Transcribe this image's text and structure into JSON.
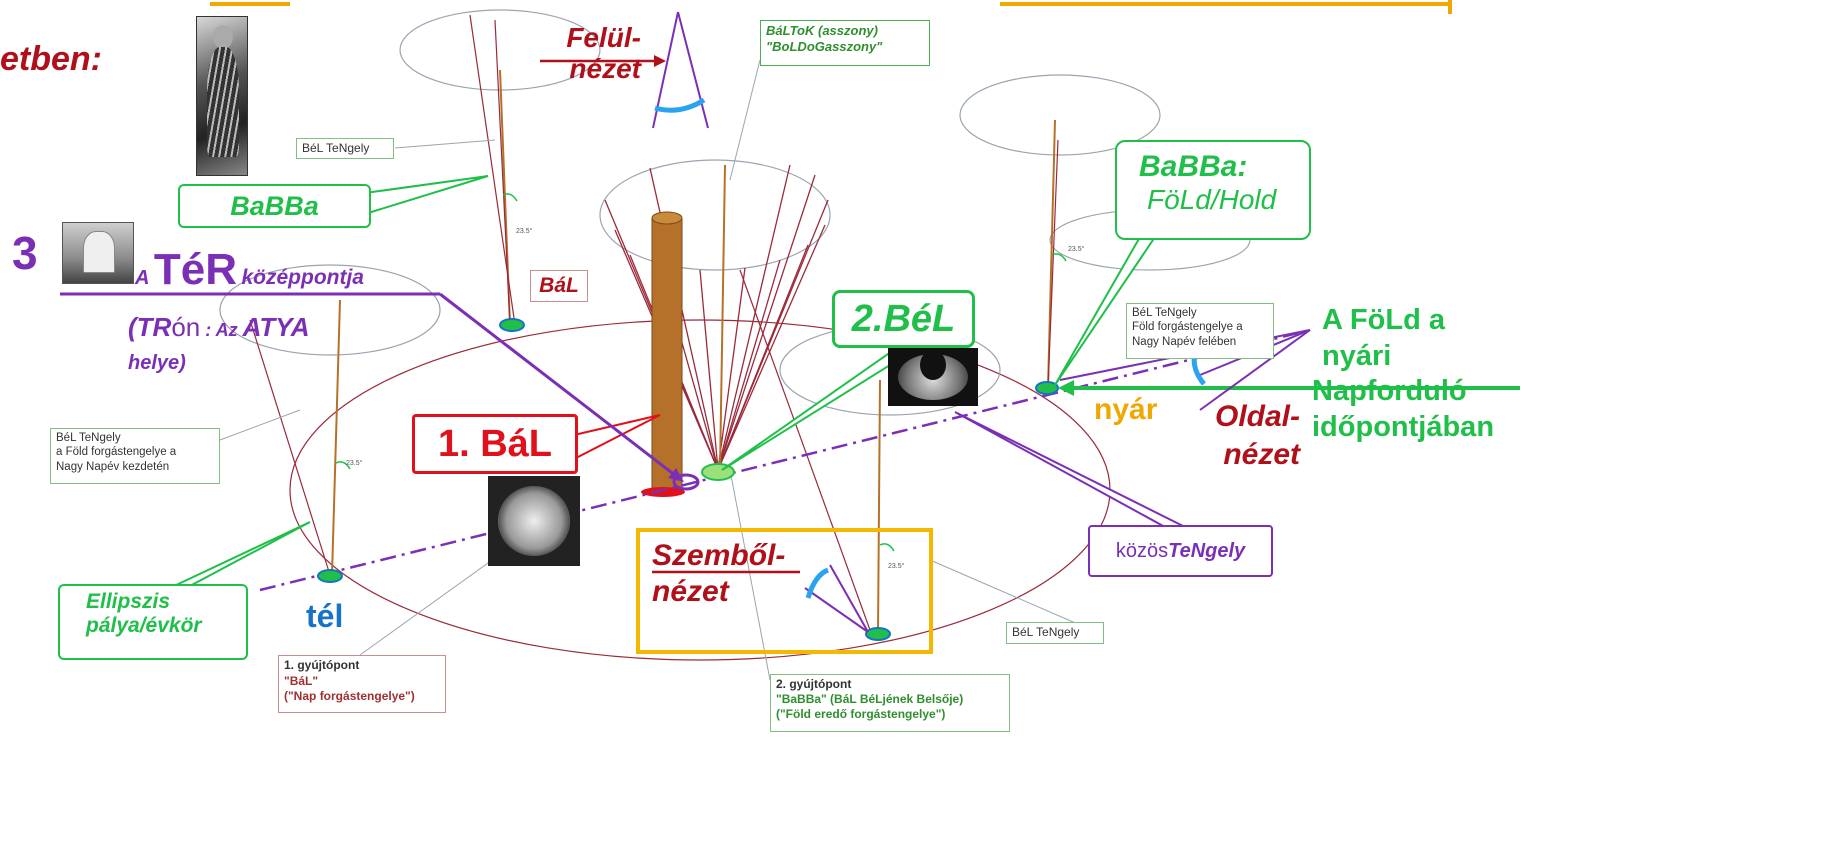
{
  "colors": {
    "green": "#1fbf4a",
    "purple": "#7b2fb5",
    "red": "#e0111c",
    "darkred": "#b0101a",
    "blue": "#1673c7",
    "orange": "#f0a800",
    "rod": "#b5712a",
    "ellipse_gray": "#9aa5b0",
    "cone_red": "#9a2a3a"
  },
  "heading_fragment": "etben:",
  "top_view": {
    "line1": "Felül-",
    "line2": "nézet"
  },
  "baltok": {
    "line1": "BáLToK (asszony)",
    "line2": "\"BoLDoGasszony\""
  },
  "bel_tengely_top": "BéL TeNgely",
  "babba_callout": "BaBBa",
  "three": "3",
  "ter": {
    "a": "A",
    "ter": "TéR",
    "rest": " középpontja"
  },
  "tron": {
    "tr": "(TR",
    "on": "ón",
    "colon": " : Az ",
    "atya": "ATYA",
    "helye": "helye)"
  },
  "bal_small": "BáL",
  "bel2": "2.BéL",
  "bal1": "1. BáL",
  "babba_fold": {
    "line1": "BaBBa:",
    "line2": "FöLd/Hold"
  },
  "bel_right": {
    "l1": "BéL TeNgely",
    "l2": "Föld forgástengelye a",
    "l3": "Nagy Napév felében"
  },
  "fold_nyari": {
    "l1": "A FöLd a",
    "l2": "nyári",
    "l3": "Napforduló",
    "l4": "időpontjában"
  },
  "nyar": "nyár",
  "side_view": {
    "line1": "Oldal-",
    "line2": "nézet"
  },
  "bel_left": {
    "l1": "BéL TeNgely",
    "l2": "a Föld forgástengelye a",
    "l3": "Nagy Napév kezdetén"
  },
  "angle_label": "23.5°",
  "kozos": {
    "a": "közös",
    "b": "TeNgely"
  },
  "szembol": {
    "line1": "Szemből-",
    "line2": "nézet"
  },
  "ellipszis": {
    "l1": "Ellipszis",
    "l2": "pálya/évkör"
  },
  "tel": "tél",
  "bel_bottom": "BéL TeNgely",
  "gyujto1": {
    "l1": "1. gyújtópont",
    "l2": "\"BáL\"",
    "l3": "(\"Nap forgástengelye\")"
  },
  "gyujto2": {
    "l1": "2. gyújtópont",
    "l2": "\"BaBBa\" (BáL BéLjének Belsője)",
    "l3": "(\"Föld eredő forgástengelye\")"
  }
}
